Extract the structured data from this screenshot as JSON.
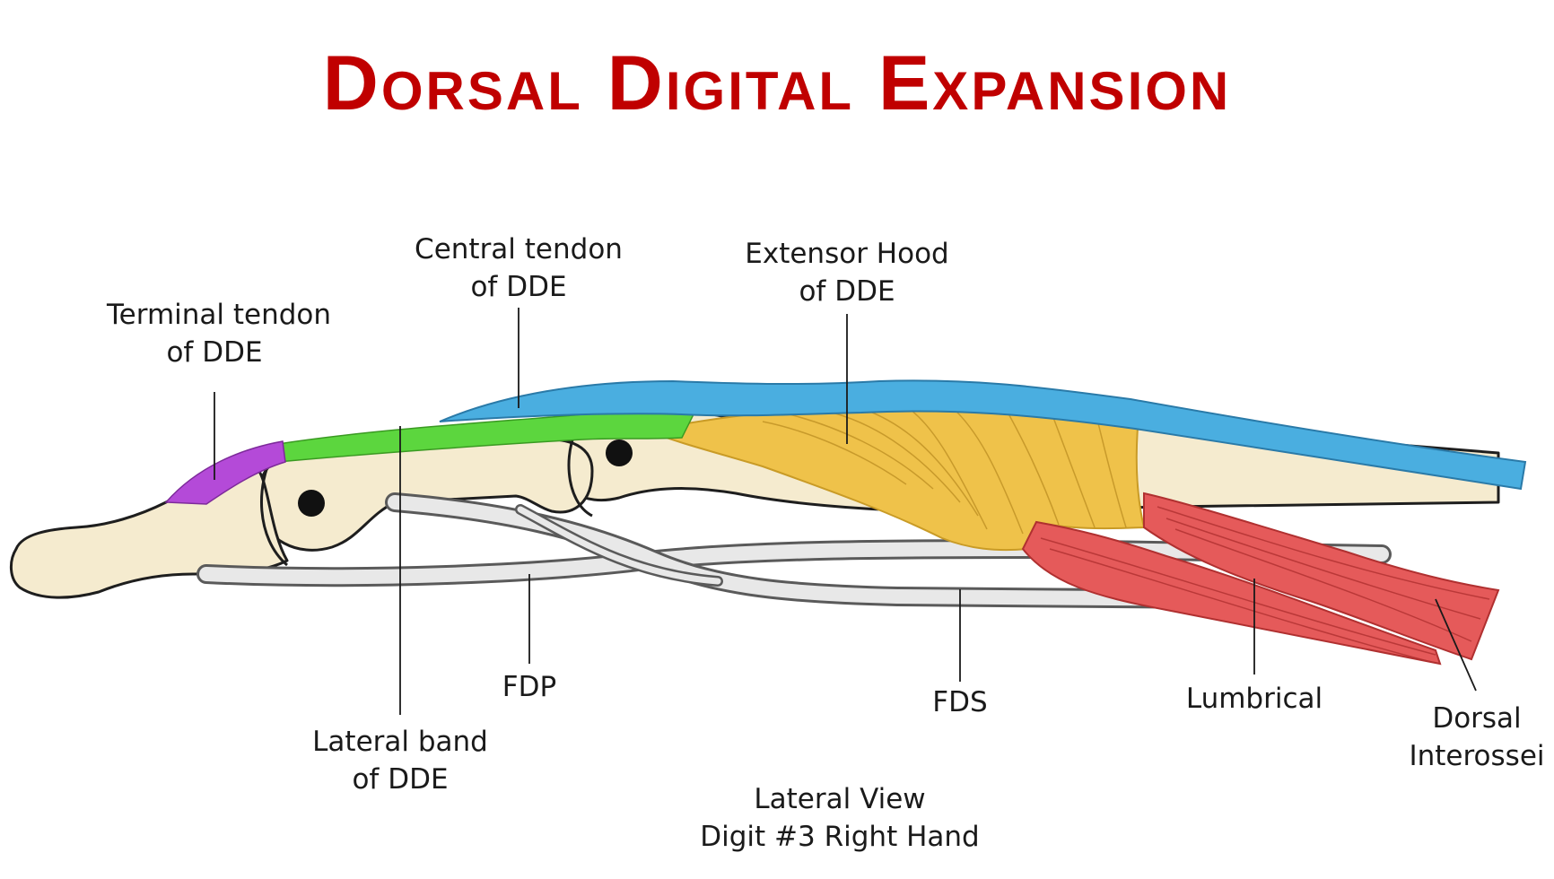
{
  "title": "Dorsal Digital Expansion",
  "labels": {
    "terminal_tendon": {
      "line1": "Terminal tendon",
      "line2": "of DDE"
    },
    "central_tendon": {
      "line1": "Central tendon",
      "line2": "of DDE"
    },
    "extensor_hood": {
      "line1": "Extensor Hood",
      "line2": "of DDE"
    },
    "fdp": "FDP",
    "lateral_band": {
      "line1": "Lateral band",
      "line2": "of DDE"
    },
    "fds": "FDS",
    "lumbrical": "Lumbrical",
    "dorsal_interossei": {
      "line1": "Dorsal",
      "line2": "Interossei"
    }
  },
  "caption": {
    "line1": "Lateral View",
    "line2": "Digit #3 Right Hand"
  },
  "colors": {
    "title": "#c00000",
    "terminal_tendon": "#b44ad8",
    "central_tendon": "#5cd63e",
    "extensor_tendon": "#4aaee0",
    "extensor_hood": "#efc24a",
    "lumbrical_interossei": "#e55a5a",
    "bone": "#f5ebcf",
    "flexor_tendon": "#e8e8e8"
  }
}
